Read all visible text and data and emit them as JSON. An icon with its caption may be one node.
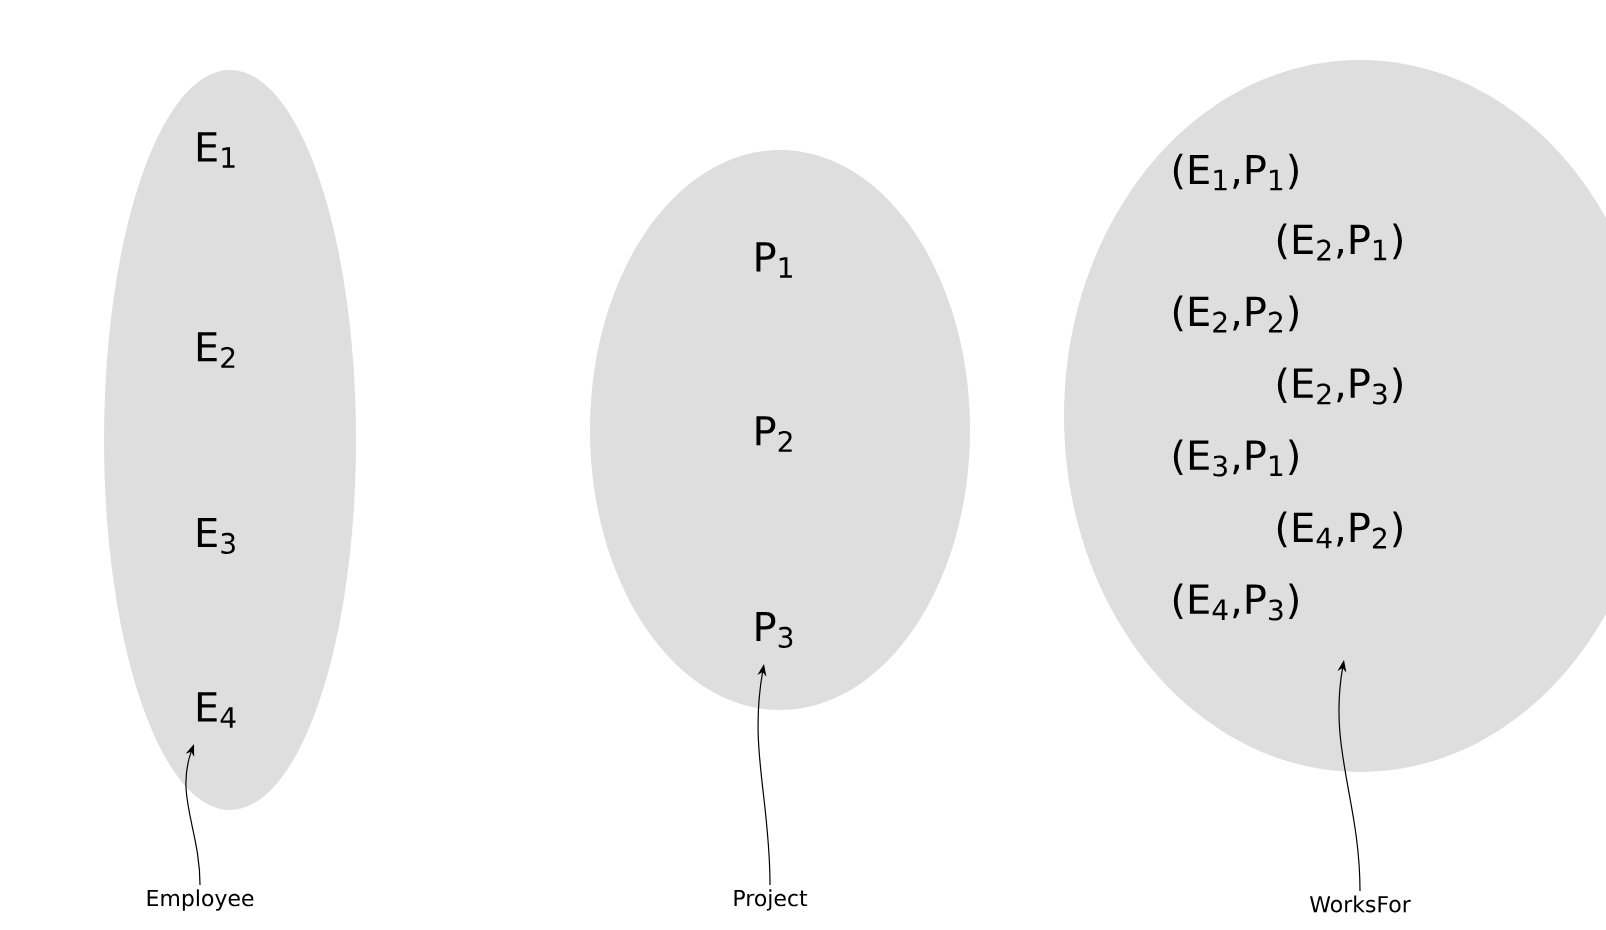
{
  "diagram": {
    "nodes": [
      {
        "text": [
          "E$_{1}$",
          "E$_{2}$",
          "E$_{3}$",
          "E$_{4}$"
        ]
      },
      {
        "text": [
          "P$_{1}$",
          "P$_{2}$",
          "P$_{3}$"
        ]
      },
      {
        "text": [
          "(E$_{1}$,P$_{1}$)",
          "(E$_{2}$,P$_{1}$)",
          "(E$_{2}$,P$_{2}$)",
          "(E$_{2}$,P$_{3}$)",
          "(E$_{3}$,P$_{1}$)",
          "(E$_{4}$,P$_{2}$)",
          "(E$_{4}$,P$_{3}$)"
        ]
      },
      {
        "text": [
          "Employee"
        ]
      },
      {
        "text": [
          "Project"
        ]
      },
      {
        "text": [
          "WorksFor"
        ]
      }
    ],
    "edges": [
      {
        "from": 3,
        "to": 0,
        "arrow": "to"
      },
      {
        "from": 4,
        "to": 1,
        "arrow": "to"
      },
      {
        "from": 5,
        "to": 2,
        "arrow": "to"
      }
    ]
  }
}
